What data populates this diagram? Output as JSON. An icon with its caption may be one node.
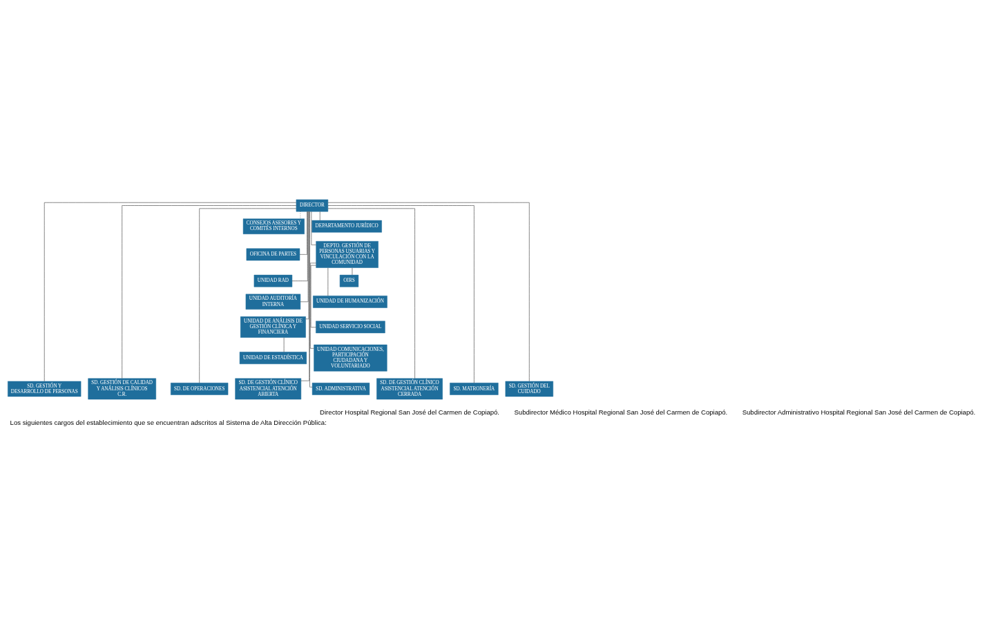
{
  "diagram": {
    "caption": "Los siguientes cargos del establecimiento que se encuentran adscritos al Sistema de Alta Dirección Pública:",
    "nodes": [
      {
        "text": [
          "DIRECTOR"
        ]
      },
      {
        "text": [
          "CONSEJOS ASESORES Y COMITÉS INTERNOS"
        ]
      },
      {
        "text": [
          "DEPARTAMENTO JURÍDICO"
        ]
      },
      {
        "text": [
          "OFICINA DE PARTES"
        ]
      },
      {
        "text": [
          "DEPTO. GESTIÓN DE PERSONAS USUARIAS Y VINCULACIÓN CON LA COMUNIDAD"
        ]
      },
      {
        "text": [
          "UNIDAD RAD"
        ]
      },
      {
        "text": [
          "OIRS"
        ]
      },
      {
        "text": [
          "UNIDAD AUDITORÍA INTERNA"
        ]
      },
      {
        "text": [
          "UNIDAD DE HUMANIZACIÓN"
        ]
      },
      {
        "text": [
          "UNIDAD SERVICIO SOCIAL"
        ]
      },
      {
        "text": [
          "UNIDAD DE ANÁLISIS DE GESTIÓN CLÍNICA Y FINANCIERA"
        ]
      },
      {
        "text": [
          "UNIDAD COMUNICACIONES, PARTICIPACIÓN CIUDADANA Y VOLUNTARIADO"
        ]
      },
      {
        "text": [
          "UNIDAD DE ESTADÍSTICA"
        ]
      },
      {
        "text": [
          "SD. DE GESTIÓN CLÍNICO ASISTENCIAL ATENCIÓN CERRADA"
        ]
      },
      {
        "text": [
          "SD. MATRONERÍA"
        ]
      },
      {
        "text": [
          "SD. GESTIÓN DEL CUIDADO"
        ]
      },
      {
        "text": [
          "SD. GESTIÓN Y DESARROLLO DE PERSONAS"
        ]
      },
      {
        "text": [
          "SD. ADMINISTRATIVA"
        ]
      },
      {
        "text": [
          "SD. GESTIÓN DE CALIDAD Y ANÁLISIS CLÍNICOS C.R."
        ]
      },
      {
        "text": [
          "SD. DE OPERACIONES"
        ]
      },
      {
        "text": [
          "SD. DE GESTIÓN CLÍNICO ASISTENCIAL ATENCIÓN ABIERTA"
        ]
      }
    ],
    "edges": [
      {
        "from": 0,
        "to": 1,
        "arrow": "none",
        "style": "dashed"
      },
      {
        "from": 0,
        "to": 2,
        "arrow": "none"
      },
      {
        "from": 0,
        "to": 3,
        "arrow": "none"
      },
      {
        "from": 0,
        "to": 4,
        "arrow": "none"
      },
      {
        "from": 0,
        "to": 5,
        "arrow": "none"
      },
      {
        "from": 0,
        "to": 7,
        "arrow": "none"
      },
      {
        "from": 0,
        "to": 10,
        "arrow": "none"
      },
      {
        "from": 10,
        "to": 12,
        "arrow": "none"
      },
      {
        "from": 4,
        "to": 6,
        "arrow": "none"
      },
      {
        "from": 4,
        "to": 8,
        "arrow": "none"
      },
      {
        "from": 4,
        "to": 9,
        "arrow": "none"
      },
      {
        "from": 4,
        "to": 11,
        "arrow": "none"
      },
      {
        "from": 0,
        "to": 13,
        "arrow": "none"
      },
      {
        "from": 0,
        "to": 14,
        "arrow": "none"
      },
      {
        "from": 0,
        "to": 15,
        "arrow": "none"
      },
      {
        "from": 0,
        "to": 16,
        "arrow": "none"
      },
      {
        "from": 0,
        "to": 17,
        "arrow": "none"
      },
      {
        "from": 0,
        "to": 18,
        "arrow": "none"
      },
      {
        "from": 0,
        "to": 19,
        "arrow": "none"
      },
      {
        "from": 0,
        "to": 20,
        "arrow": "none"
      }
    ],
    "labels": [
      "Director Hospital Regional San José del Carmen de Copiapó.",
      "Subdirector Médico Hospital Regional San José del Carmen de Copiapó.",
      "Subdirector Administrativo Hospital Regional San José del Carmen de Copiapó."
    ]
  }
}
